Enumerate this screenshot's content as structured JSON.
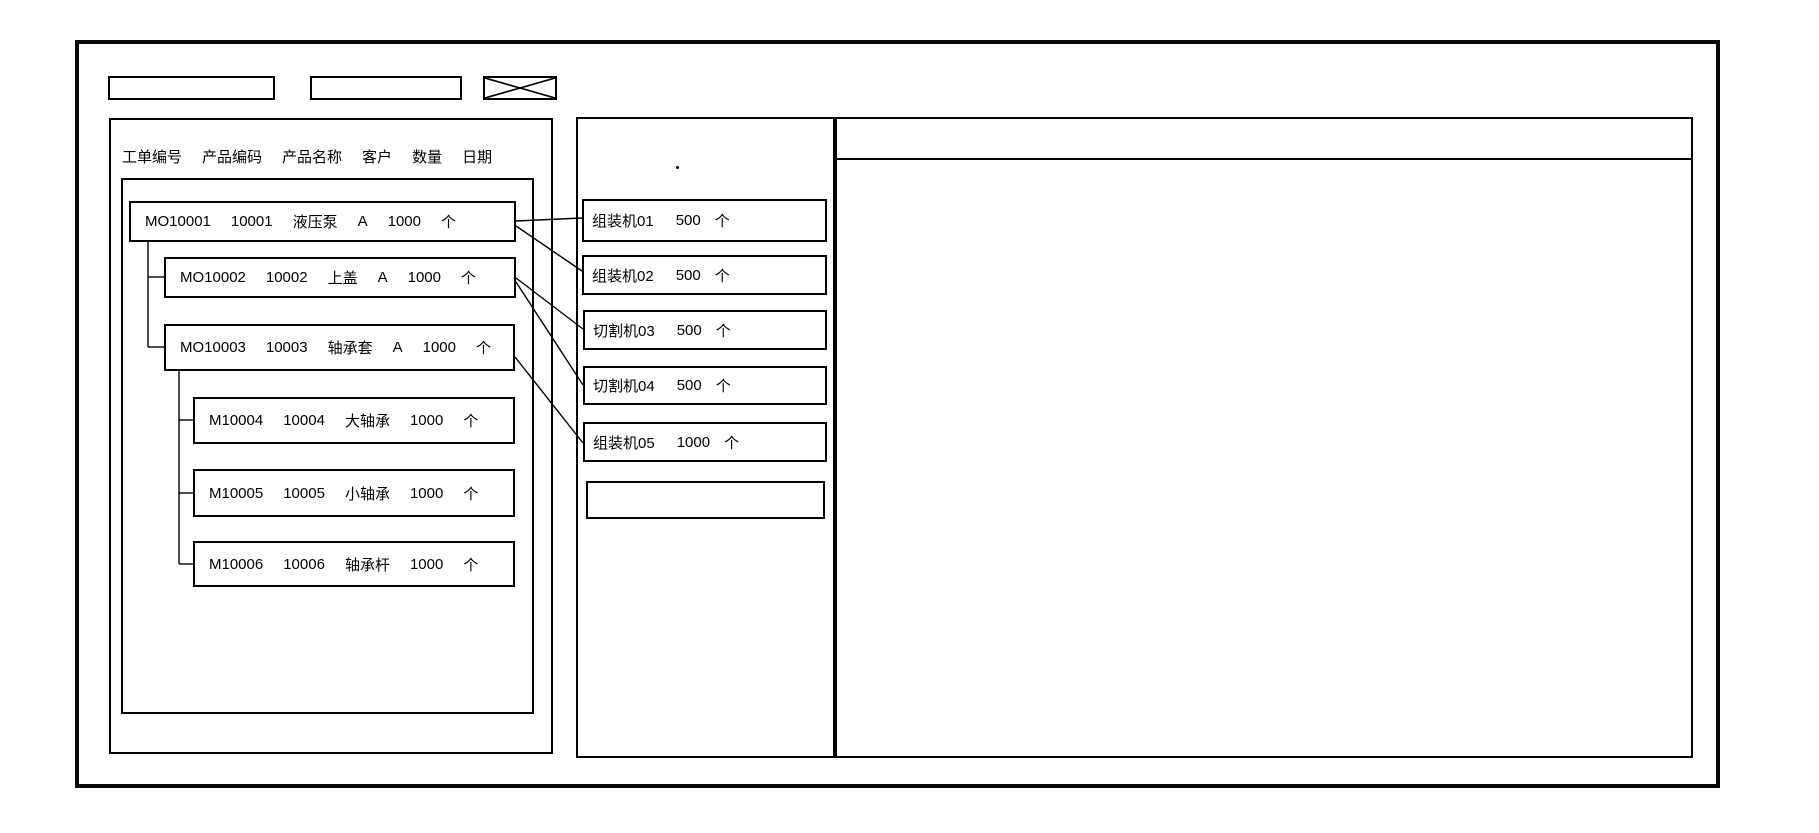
{
  "colors": {
    "line": "#000000",
    "background": "#ffffff"
  },
  "toolbar": {
    "field1_label": "",
    "field2_label": "",
    "close_icon": "x-cross"
  },
  "left": {
    "headers": [
      "工单编号",
      "产品编码",
      "产品名称",
      "客户",
      "数量",
      "日期"
    ],
    "orders": [
      {
        "id": "MO10001",
        "code": "10001",
        "name": "液压泵",
        "customer": "A",
        "qty": "1000",
        "unit": "个"
      },
      {
        "id": "MO10002",
        "code": "10002",
        "name": "上盖",
        "customer": "A",
        "qty": "1000",
        "unit": "个"
      },
      {
        "id": "MO10003",
        "code": "10003",
        "name": "轴承套",
        "customer": "A",
        "qty": "1000",
        "unit": "个"
      },
      {
        "id": "M10004",
        "code": "10004",
        "name": "大轴承",
        "customer": "",
        "qty": "1000",
        "unit": "个"
      },
      {
        "id": "M10005",
        "code": "10005",
        "name": "小轴承",
        "customer": "",
        "qty": "1000",
        "unit": "个"
      },
      {
        "id": "M10006",
        "code": "10006",
        "name": "轴承杆",
        "customer": "",
        "qty": "1000",
        "unit": "个"
      }
    ]
  },
  "middle": {
    "dot": ".",
    "machines": [
      {
        "name": "组装机01",
        "qty": "500",
        "unit": "个"
      },
      {
        "name": "组装机02",
        "qty": "500",
        "unit": "个"
      },
      {
        "name": "切割机03",
        "qty": "500",
        "unit": "个"
      },
      {
        "name": "切割机04",
        "qty": "500",
        "unit": "个"
      },
      {
        "name": "组装机05",
        "qty": "1000",
        "unit": "个"
      }
    ]
  },
  "right": {}
}
